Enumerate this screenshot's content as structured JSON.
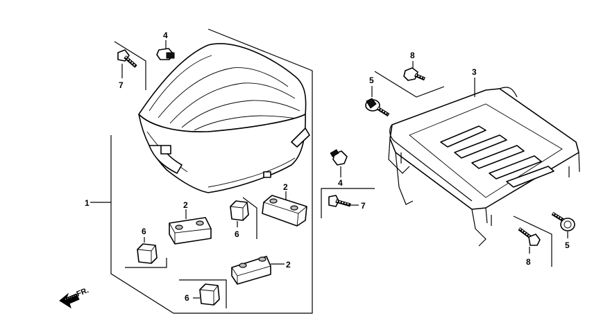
{
  "callouts": {
    "seat": "1",
    "cushion_a": "2",
    "cushion_b": "2",
    "cushion_c": "2",
    "carrier": "3",
    "nut_upper": "4",
    "nut_lower": "4",
    "washer_bolt_upper": "5",
    "washer_bolt_lower": "5",
    "rubber_a": "6",
    "rubber_b": "6",
    "rubber_c": "6",
    "bolt_upper": "7",
    "bolt_lower": "7",
    "flange_bolt_upper": "8",
    "flange_bolt_lower": "8"
  },
  "front_indicator": {
    "label": "FR."
  }
}
